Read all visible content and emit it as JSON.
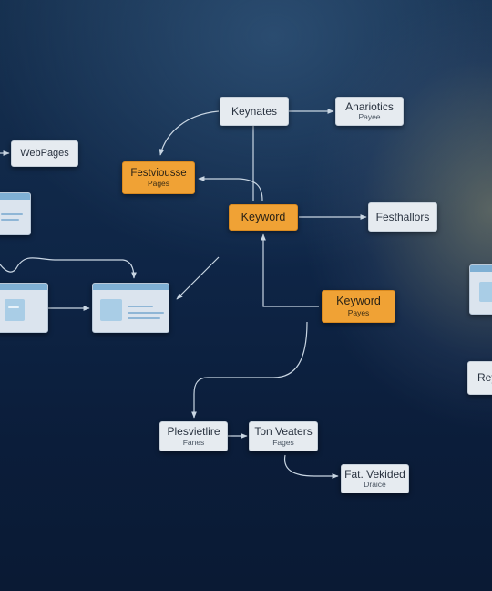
{
  "nodes": {
    "keynates": {
      "title": "Keynates"
    },
    "anariotics": {
      "title": "Anariotics",
      "sub": "Payee"
    },
    "webpages": {
      "title": "WebPages"
    },
    "festvousse": {
      "title": "Festviousse",
      "sub": "Pages"
    },
    "keyword_main": {
      "title": "Keyword"
    },
    "festhallors": {
      "title": "Festhallors"
    },
    "keyword_pages": {
      "title": "Keyword",
      "sub": "Payes"
    },
    "plesvietlire": {
      "title": "Plesvietlire",
      "sub": "Fanes"
    },
    "ton_veaters": {
      "title": "Ton Veaters",
      "sub": "Fages"
    },
    "fat_vekided": {
      "title": "Fat. Vekided",
      "sub": "Draice"
    },
    "rey_partial": {
      "title": "Rey"
    }
  },
  "colors": {
    "highlight": "#f0a235",
    "node": "#e6ebf0",
    "edge": "#c9d6e3"
  }
}
